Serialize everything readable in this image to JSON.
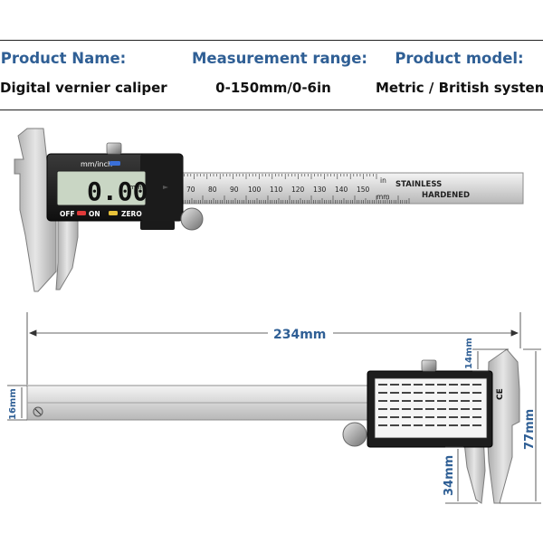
{
  "spec": {
    "product_name": {
      "label": "Product Name:",
      "value": "Digital vernier caliper"
    },
    "measurement_range": {
      "label": "Measurement range:",
      "value": "0-150mm/0-6in"
    },
    "product_model": {
      "label": "Product model:",
      "value": "Metric / British system"
    }
  },
  "caliper": {
    "unit_toggle": "mm/inch",
    "display_value": "0.00",
    "display_unit": "mm",
    "buttons": {
      "off": "OFF",
      "on": "ON",
      "zero": "ZERO"
    },
    "beam_text_1": "STAINLESS",
    "beam_text_2": "HARDENED",
    "scale_numbers": [
      "70",
      "80",
      "90",
      "100",
      "110",
      "120",
      "130",
      "140",
      "150"
    ],
    "unit_in": "in",
    "unit_mm": "mm"
  },
  "dimensions": {
    "length": "234mm",
    "beam_height": "16mm",
    "upper_jaw": "14mm",
    "total_height": "77mm",
    "lower_jaw": "34mm"
  },
  "colors": {
    "heading": "#2f5f95",
    "value": "#111111",
    "lcd": "#c9d6c4",
    "body": "#1a1a1a"
  }
}
